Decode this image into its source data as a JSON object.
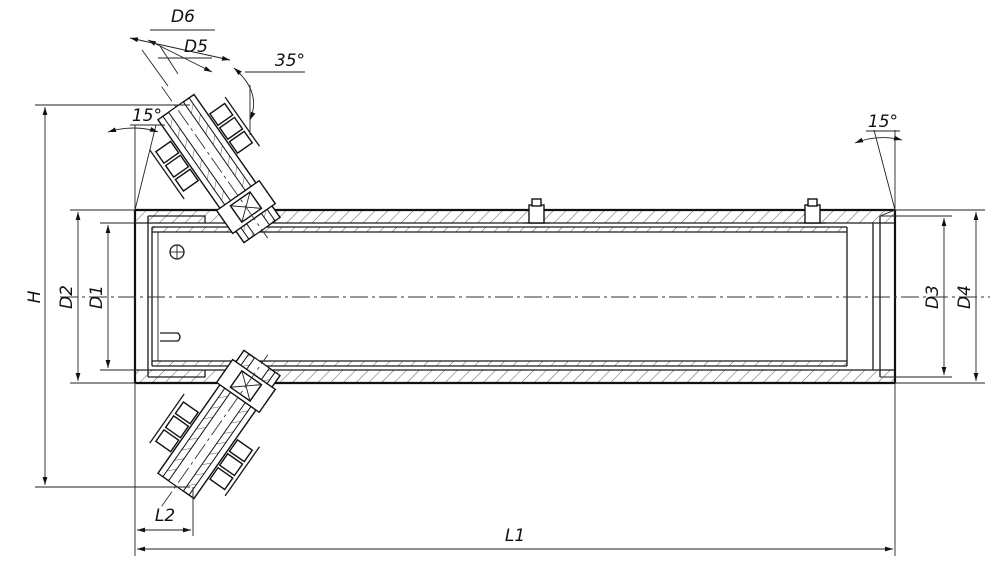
{
  "labels": {
    "d6": "D6",
    "d5": "D5",
    "angle_branch": "35°",
    "angle_left": "15°",
    "angle_right": "15°",
    "h": "H",
    "d2": "D2",
    "d1": "D1",
    "d3": "D3",
    "d4": "D4",
    "l1": "L1",
    "l2": "L2"
  }
}
